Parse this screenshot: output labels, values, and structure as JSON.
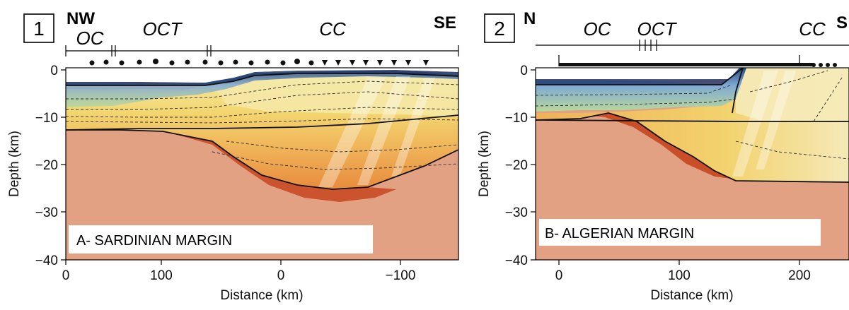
{
  "panel_1": {
    "number": "1",
    "dir_left": "NW",
    "dir_right": "SE",
    "zones": [
      "OC",
      "OCT",
      "CC"
    ],
    "caption": "A- SARDINIAN MARGIN",
    "ylabel": "Depth (km)",
    "xlabel": "Distance (km)",
    "yticks": [
      "0",
      "−10",
      "−20",
      "−30",
      "−40"
    ],
    "xticks": [
      "0",
      "100",
      "0",
      "−100"
    ]
  },
  "panel_2": {
    "number": "2",
    "dir_left": "N",
    "dir_right": "S",
    "zones": [
      "OC",
      "OCT",
      "CC"
    ],
    "caption": "B- ALGERIAN MARGIN",
    "ylabel": "Depth (km)",
    "xlabel": "Distance (km)",
    "yticks": [
      "0",
      "−10",
      "−20",
      "−30",
      "−40"
    ],
    "xticks": [
      "0",
      "100",
      "200"
    ]
  },
  "colors": {
    "mantle": "#e3a184",
    "lower_crust_dark": "#c94f28",
    "crust_orange": "#efa452",
    "crust_yellow": "#f3d46a",
    "upper_pale": "#f5edb0",
    "sediment_green": "#b9d89c",
    "sediment_blue": "#6f9fd0",
    "water_dark": "#1f3a70"
  }
}
